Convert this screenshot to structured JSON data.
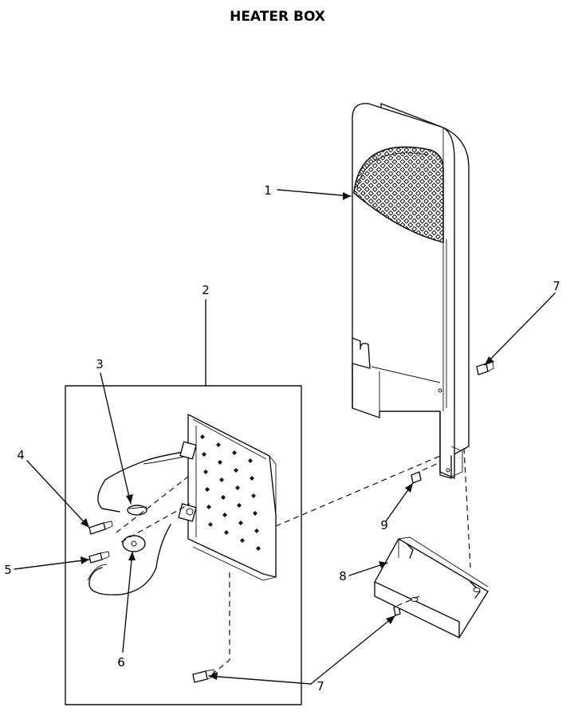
{
  "title": "HEATER BOX",
  "callouts": [
    {
      "id": "c1",
      "label": "1"
    },
    {
      "id": "c2",
      "label": "2"
    },
    {
      "id": "c3",
      "label": "3"
    },
    {
      "id": "c4",
      "label": "4"
    },
    {
      "id": "c5",
      "label": "5"
    },
    {
      "id": "c6",
      "label": "6"
    },
    {
      "id": "c7a",
      "label": "7"
    },
    {
      "id": "c7b",
      "label": "7"
    },
    {
      "id": "c8",
      "label": "8"
    },
    {
      "id": "c9",
      "label": "9"
    }
  ],
  "colors": {
    "ink": "#111111",
    "paper": "#ffffff"
  }
}
